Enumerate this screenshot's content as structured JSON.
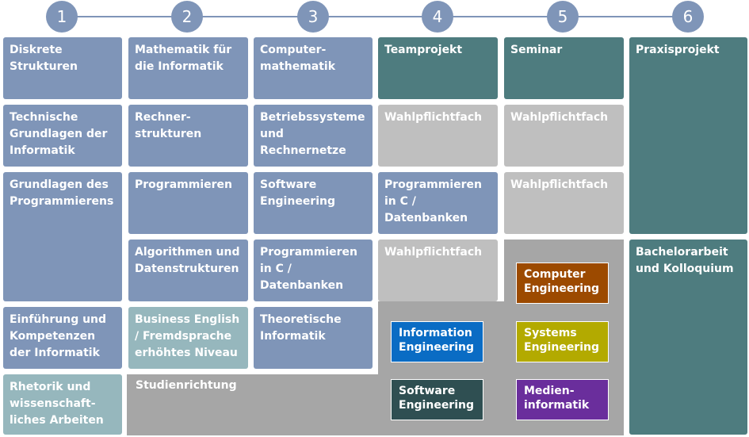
{
  "semesters": [
    "1",
    "2",
    "3",
    "4",
    "5",
    "6"
  ],
  "courses": {
    "diskrete_strukturen": "Diskrete Strukturen",
    "technische_grundlagen": "Technische Grundlagen der Informatik",
    "grundlagen_programmierens": "Grundlagen des Programmierens",
    "einfuehrung_kompetenzen": "Einführung und Kompetenzen der Informatik",
    "rhetorik": "Rhetorik und wissenschaft-liches Arbeiten",
    "mathematik_informatik": "Mathematik für die Informatik",
    "rechnerstrukturen": "Rechner-strukturen",
    "programmieren": "Programmieren",
    "algorithmen": "Algorithmen und Datenstrukturen",
    "business_english": "Business English / Fremdsprache erhöhtes Niveau",
    "computermathematik": "Computer-mathematik",
    "betriebssysteme": "Betriebssysteme und Rechnernetze",
    "software_engineering": "Software Engineering",
    "programmieren_c_3": "Programmieren in C / Datenbanken",
    "theoretische_informatik": "Theoretische Informatik",
    "teamprojekt": "Teamprojekt",
    "wahlpflichtfach_4a": "Wahlpflichtfach",
    "programmieren_c_4": "Programmieren in C / Datenbanken",
    "wahlpflichtfach_4b": "Wahlpflichtfach",
    "seminar": "Seminar",
    "wahlpflichtfach_5a": "Wahlpflichtfach",
    "wahlpflichtfach_5b": "Wahlpflichtfach",
    "praxisprojekt": "Praxisprojekt",
    "bachelorarbeit": "Bachelorarbeit und Kolloquium"
  },
  "studienrichtung": {
    "label": "Studienrichtung",
    "specializations": {
      "computer_engineering": "Computer Engineering",
      "information_engineering": "Information Engineering",
      "systems_engineering": "Systems Engineering",
      "software_engineering": "Software Engineering",
      "medieninformatik": "Medien-informatik"
    }
  },
  "colors": {
    "core_module": "#7f95b8",
    "project_module": "#4e7c7f",
    "elective_module": "#bfbfbf",
    "language_module": "#96b7bd",
    "studienrichtung_area": "#a6a6a6",
    "computer_engineering": "#9c4a00",
    "information_engineering": "#0a6cc4",
    "systems_engineering": "#b3aa00",
    "software_engineering": "#2f4f52",
    "medieninformatik": "#6a2e9c"
  }
}
